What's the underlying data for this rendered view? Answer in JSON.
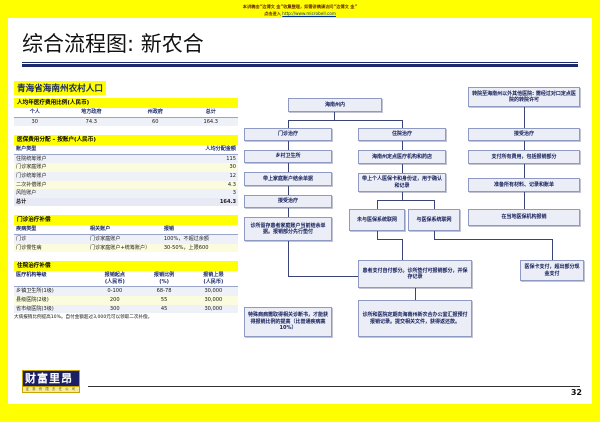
{
  "topnote": {
    "line1": "本讲稿由“边博文 金”收集整理，如需讲稿请访问“边博文 金”",
    "line2_label": "点击进入",
    "line2_url": "http://www.microbell.com"
  },
  "slide": {
    "title": "综合流程图: 新农合",
    "page_number": "32"
  },
  "left_panel": {
    "heading": "青海省海南州农村人口",
    "table1": {
      "section": "人均年医疗费用比例(人民币)",
      "headers": [
        "个人",
        "地方政府",
        "州政府",
        "总计"
      ],
      "values": [
        "30",
        "74.3",
        "60",
        "164.3"
      ]
    },
    "table2": {
      "section": "医保费用分配 – 按账户(人民币)",
      "headers": [
        "账户类型",
        "人均分配金额"
      ],
      "rows": [
        [
          "住院统筹账户",
          "115"
        ],
        [
          "门诊家庭账户",
          "30"
        ],
        [
          "门诊统筹账户",
          "12"
        ],
        [
          "二次补偿账户",
          "4.3"
        ],
        [
          "风险账户",
          "3"
        ],
        [
          "总计",
          "164.3"
        ]
      ]
    },
    "table3": {
      "section": "门诊治疗补偿",
      "headers": [
        "疾病类型",
        "相关账户",
        "报销"
      ],
      "rows": [
        [
          "门诊",
          "门诊家庭账户",
          "100%，不超过余额"
        ],
        [
          "门诊慢性病",
          "门诊家庭账户+统筹账户）",
          "30-50%，上限600"
        ]
      ]
    },
    "table4": {
      "section": "住院治疗补偿",
      "headers": [
        "医疗机构等级",
        "报销起点\n(人民币)",
        "报销比例\n(%)",
        "报销上限\n(人民币)"
      ],
      "rows": [
        [
          "乡镇卫生所(1级)",
          "0-100",
          "68-78",
          "30,000"
        ],
        [
          "县级医院(2级)",
          "200",
          "55",
          "30,000"
        ],
        [
          "省市级医院(3级)",
          "300",
          "45",
          "30,000"
        ]
      ],
      "note": "大病报销比例提高10%。自付金额超过3,000元可以领取二次补偿。"
    }
  },
  "flow": {
    "root": "海南州内",
    "nodes": {
      "n_outpatient": "门诊治疗",
      "n_village_clinic": "乡村卫生所",
      "n_bring_book": "带上家庭账户结余单据",
      "n_receive_treat_left": "接受治疗",
      "n_clinic_keep": "诊所留存患者家庭账户当前结余单据。报销部分先行垫付",
      "n_special_disease": "特殊病病需取得相关诊断书，才能获得报销比例的提高（比普通疾病高10%）",
      "n_inpatient": "住院治疗",
      "n_designated": "海南州定点医疗机构和药店",
      "n_bring_card": "带上个人医保卡和身份证，用于确认和记录",
      "n_not_linked": "未与医保系统联网",
      "n_linked": "与医保系统联网",
      "n_patient_pay": "患者支付自付部分。诊所垫付可报销部分，并保存记录",
      "n_report_office": "诊所和医院定期向海南州新农合办公室汇报预付报销记录。提交相关文件，获得返还款。",
      "n_transfer": "转院至海南州以外其他医院: 需经过对口定点医院的转院许可",
      "n_receive_treat_right": "接受治疗",
      "n_pay_all": "支付所有费用，包括报销部分",
      "n_prepare": "准备所有材料、记录和账单",
      "n_local_claim": "在当地医保机构报销",
      "n_card_pay": "医保卡支付，超出部分现金支付"
    }
  },
  "footer": {
    "logo_main": "财富里昂",
    "logo_sub": "证 券 有 限 责 任 公 司"
  }
}
